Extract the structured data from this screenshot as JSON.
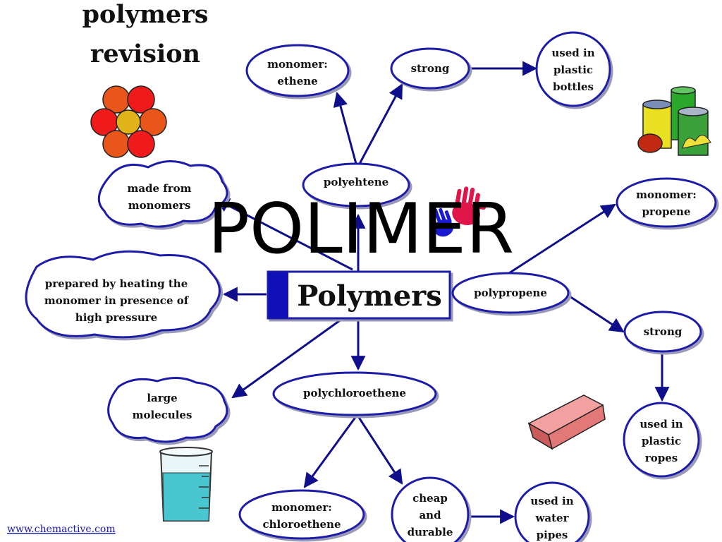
{
  "title": {
    "line1": "polymers",
    "line2": "revision"
  },
  "overlay_title": "POLIMER",
  "central": "Polymers",
  "source_link": "www.chemactive.com",
  "nodes": {
    "polyethene": "polyehtene",
    "monomer_ethene": [
      "monomer:",
      "ethene"
    ],
    "strong_top": "strong",
    "used_plastic_bottles": [
      "used in",
      "plastic",
      "bottles"
    ],
    "made_from_monomers": [
      "made from",
      "monomers"
    ],
    "prepared_by_heating": [
      "prepared by heating the",
      "monomer in presence of",
      "high pressure"
    ],
    "large_molecules": [
      "large",
      "molecules"
    ],
    "polypropene": "polypropene",
    "monomer_propene": [
      "monomer:",
      "propene"
    ],
    "strong_right": "strong",
    "used_plastic_ropes": [
      "used in",
      "plastic",
      "ropes"
    ],
    "polychloroethene": "polychloroethene",
    "monomer_chloroethene": [
      "monomer:",
      "chloroethene"
    ],
    "cheap_durable": [
      "cheap",
      "and",
      "durable"
    ],
    "used_water_pipes": [
      "used in",
      "water",
      "pipes"
    ]
  },
  "colors": {
    "outline": "#1f1fa8",
    "arrow": "#0f0f8c",
    "central_bar": "#1010b8",
    "node_fill": "#ffffff"
  },
  "icons": [
    "molecule-icon",
    "paint-cans-icon",
    "handprint-icon",
    "eraser-icon",
    "beaker-icon"
  ]
}
